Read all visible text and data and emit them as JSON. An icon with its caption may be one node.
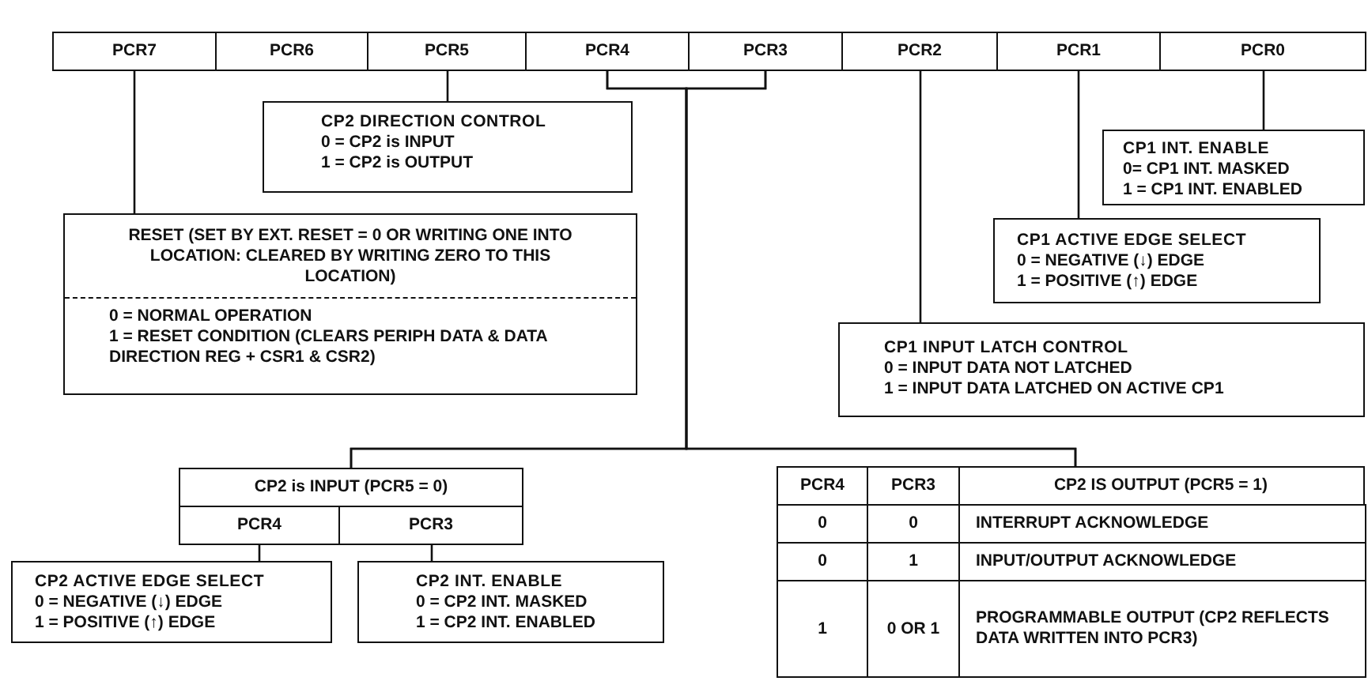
{
  "diagram": {
    "nodes": [
      {
        "text": [
          "PCR7"
        ]
      },
      {
        "text": [
          "PCR6"
        ]
      },
      {
        "text": [
          "PCR5"
        ]
      },
      {
        "text": [
          "PCR4"
        ]
      },
      {
        "text": [
          "PCR3"
        ]
      },
      {
        "text": [
          "PCR2"
        ]
      },
      {
        "text": [
          "PCR1"
        ]
      },
      {
        "text": [
          "PCR0"
        ]
      },
      {
        "text": [
          "CP2 DIRECTION CONTROL",
          "0 = CP2 is INPUT",
          "1 = CP2 is OUTPUT"
        ]
      },
      {
        "text": [
          "CP1 INT. ENABLE",
          "0= CP1 INT. MASKED",
          "1 = CP1 INT. ENABLED"
        ]
      },
      {
        "text": [
          "CP1 ACTIVE EDGE SELECT",
          "0 = NEGATIVE (↓) EDGE",
          "1 = POSITIVE (↑) EDGE"
        ]
      },
      {
        "text": [
          "RESET (SET BY EXT. RESET = 0 OR WRITING ONE INTO LOCATION: CLEARED BY WRITING ZERO TO THIS LOCATION)",
          "0 = NORMAL OPERATION",
          "1 = RESET CONDITION (CLEARS PERIPH DATA & DATA DIRECTION REG + CSR1 & CSR2)"
        ]
      },
      {
        "text": [
          "CP1 INPUT LATCH CONTROL",
          "0 = INPUT DATA NOT LATCHED",
          "1 = INPUT DATA LATCHED ON ACTIVE CP1"
        ]
      },
      {
        "text": [
          "CP2 is INPUT (PCR5 = 0)"
        ]
      },
      {
        "text": [
          "PCR4"
        ]
      },
      {
        "text": [
          "PCR3"
        ]
      },
      {
        "text": [
          "CP2 ACTIVE EDGE SELECT",
          "0 = NEGATIVE (↓) EDGE",
          "1 = POSITIVE (↑) EDGE"
        ]
      },
      {
        "text": [
          "CP2 INT. ENABLE",
          "0 = CP2 INT. MASKED",
          "1 = CP2 INT. ENABLED"
        ]
      },
      {
        "text": [
          "CP2 IS OUTPUT (PCR5 = 1)"
        ]
      }
    ],
    "edges": [
      {
        "from": 0,
        "to": 11,
        "arrow": "none"
      },
      {
        "from": 2,
        "to": 8,
        "arrow": "none"
      },
      {
        "from": 7,
        "to": 9,
        "arrow": "none"
      },
      {
        "from": 6,
        "to": 10,
        "arrow": "none"
      },
      {
        "from": 5,
        "to": 12,
        "arrow": "none"
      },
      {
        "from": 3,
        "to": 13,
        "arrow": "none"
      },
      {
        "from": 4,
        "to": 13,
        "arrow": "none"
      },
      {
        "from": 3,
        "to": 18,
        "arrow": "none"
      },
      {
        "from": 4,
        "to": 18,
        "arrow": "none"
      },
      {
        "from": 14,
        "to": 16,
        "arrow": "none"
      },
      {
        "from": 15,
        "to": 17,
        "arrow": "none"
      }
    ],
    "labels": [
      "PCR4",
      "PCR3",
      "0",
      "0",
      "INTERRUPT ACKNOWLEDGE",
      "0",
      "1",
      "INPUT/OUTPUT ACKNOWLEDGE",
      "1",
      "0 OR 1",
      "PROGRAMMABLE OUTPUT (CP2 REFLECTS DATA WRITTEN INTO PCR3)"
    ]
  }
}
